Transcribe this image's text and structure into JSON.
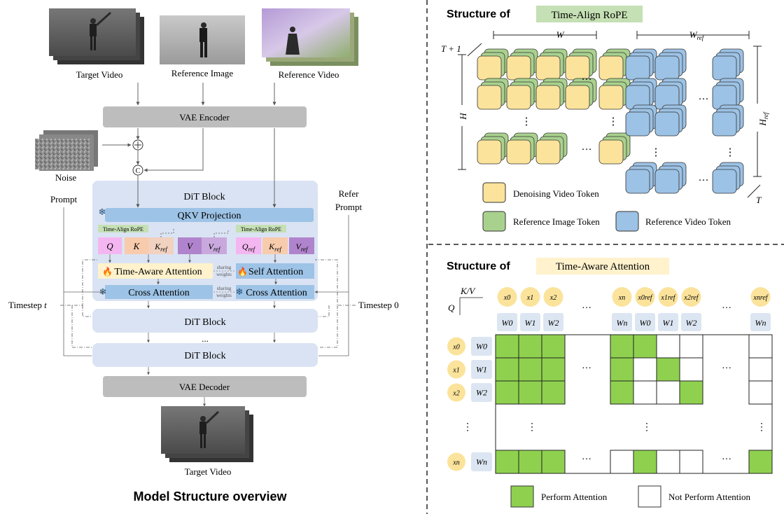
{
  "left": {
    "inputs": {
      "target_video": "Target Video",
      "reference_image": "Reference Image",
      "reference_video": "Reference Video"
    },
    "vae_encoder": "VAE Encoder",
    "noise": "Noise",
    "prompt": "Prompt",
    "refer_prompt_line1": "Refer",
    "refer_prompt_line2": "Prompt",
    "timestep_t": "Timestep t",
    "timestep_0": "Timestep 0",
    "dit_block_title": "DiT Block",
    "qkv_projection": "QKV Projection",
    "time_align_rope": "Time-Align RoPE",
    "tokens": {
      "q": "Q",
      "k": "K",
      "k_ref": "Kref",
      "v": "V",
      "v_ref": "Vref",
      "q_ref": "Qref",
      "k_ref2": "Kref",
      "v_ref2": "Vref"
    },
    "time_aware_attention": "Time-Aware Attention",
    "self_attention": "Self Attention",
    "cross_attention_left": "Cross Attention",
    "cross_attention_right": "Cross Attention",
    "sharing_weights": "sharing weights",
    "dit_block_2": "DiT Block",
    "ellipsis": "...",
    "dit_block_3": "DiT Block",
    "vae_decoder": "VAE Decoder",
    "output_video": "Target Video",
    "overview_title": "Model Structure overview"
  },
  "top_right": {
    "title_prefix": "Structure of",
    "title_highlight": "Time-Align RoPE",
    "axis_w": "W",
    "axis_wref": "Wref",
    "axis_t1": "T + 1",
    "axis_h": "H",
    "axis_href": "Href",
    "axis_t": "T",
    "legend": {
      "denoising": "Denoising Video Token",
      "ref_image": "Reference Image Token",
      "ref_video": "Reference Video Token"
    },
    "colors": {
      "yellow": "#fbe39b",
      "green": "#a9d18e",
      "blue": "#9cc2e5"
    }
  },
  "bottom_right": {
    "title_prefix": "Structure of",
    "title_highlight": "Time-Aware Attention",
    "axis_kv": "K/V",
    "axis_q": "Q",
    "col_tokens": [
      "x0",
      "x1",
      "x2",
      "xn",
      "x0ref",
      "x1ref",
      "x2ref",
      "xnref"
    ],
    "col_weights": [
      "W0",
      "W1",
      "W2",
      "Wn",
      "W0",
      "W1",
      "W2",
      "Wn"
    ],
    "row_tokens": [
      "x0",
      "x1",
      "x2",
      "xn"
    ],
    "row_weights": [
      "W0",
      "W1",
      "W2",
      "Wn"
    ],
    "legend": {
      "perform": "Perform Attention",
      "not_perform": "Not Perform Attention"
    },
    "colors": {
      "attend": "#8fd14f",
      "token": "#fbe39b",
      "weight": "#dce6f2"
    }
  },
  "divider_style": "dashed"
}
